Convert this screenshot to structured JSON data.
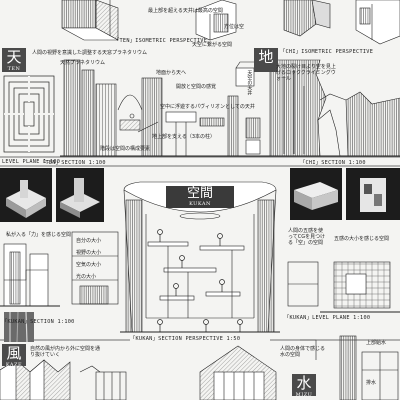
{
  "panels": {
    "ten": {
      "glyph": "天",
      "romaji": "TEN",
      "isometric_caption": "「TEN」ISOMETRIC PERSPECTIVE",
      "section_caption": "「TEN」SECTION 1:100",
      "level_caption": "LEVEL PLANE 1:100",
      "notes": [
        "最上部を超える天井は最高の空間",
        "人間の視野を意識した調整する天窓プラネタリウム",
        "地面から天へ",
        "天然プラネタリウム",
        "開放と空間の感覚",
        "天空に繋がる空間",
        "空中に浮遊するパヴィリオンとしての天井",
        "地上部を支える（3本の柱）",
        "方位は空",
        "階段は空間の構成要素"
      ],
      "vertical_note": "天空の天井"
    },
    "chi": {
      "glyph": "地",
      "isometric_caption": "「CHI」ISOMETRIC PERSPECTIVE",
      "section_caption": "「CHI」SECTION 1:100",
      "notes": [
        "大地の裂け目より空を見上げるロッククライミングウォール"
      ]
    },
    "kukan": {
      "glyph": "空間",
      "romaji": "KUKAN",
      "section_caption": "「KUKAN」SECTION PERSPECTIVE 1:50",
      "left_caption": "「KUKAN」SECTION 1:100",
      "level_caption": "「KUKAN」LEVEL PLANE 1:100",
      "notes_left": [
        "自分の大小",
        "視野の大小",
        "空気の大小",
        "光の大小"
      ],
      "notes_right": [
        "人間の五感を使ってCGを見つける「空」の空間",
        "五感の大小を感じる空間"
      ],
      "small_note": "私が入る「力」を感じる空間"
    },
    "kaze": {
      "glyph": "風",
      "romaji": "KAZE",
      "notes": [
        "自然の風が内から外に空間を通り抜けていく"
      ]
    },
    "mizu": {
      "glyph": "水",
      "romaji": "MIZU",
      "notes": [
        "人間の身体で感じる水の空間",
        "上部給水",
        "排水"
      ]
    }
  }
}
